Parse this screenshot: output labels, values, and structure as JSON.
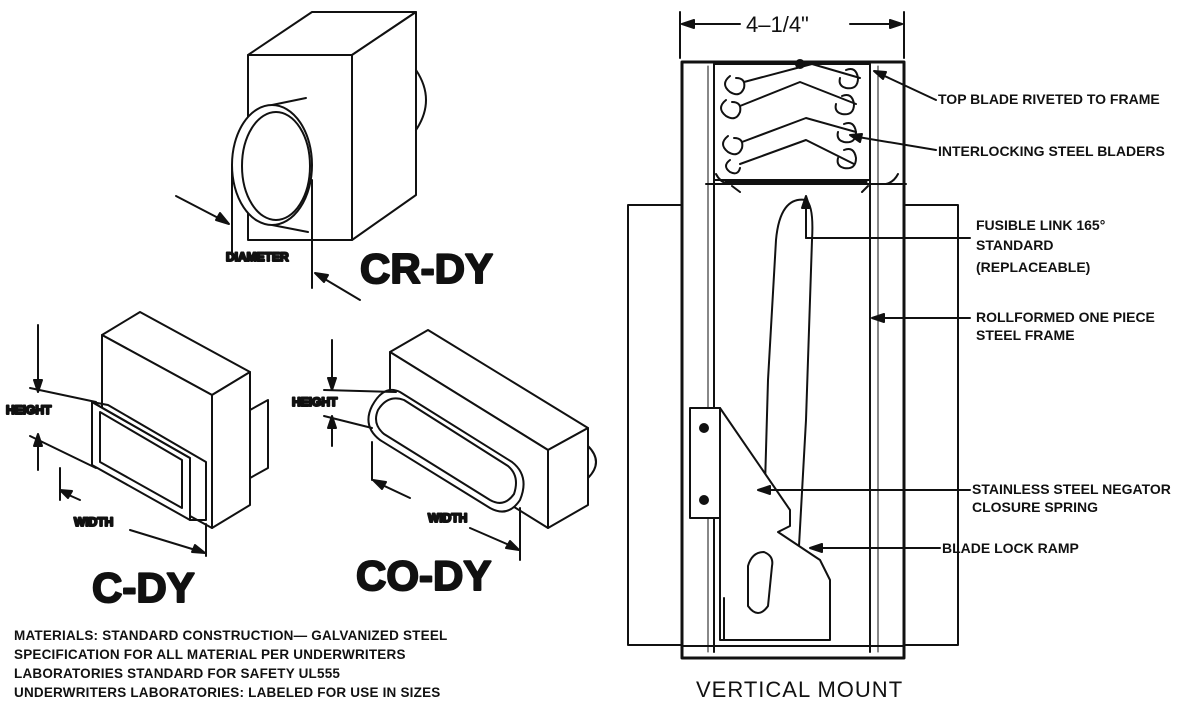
{
  "models": {
    "cr_dy": "CR-DY",
    "c_dy": "C-DY",
    "co_dy": "CO-DY"
  },
  "labels": {
    "diameter": "DIAMETER",
    "height_left": "HEIGHT",
    "width_left": "WIDTH",
    "height_right": "HEIGHT",
    "width_right": "WIDTH"
  },
  "materials": [
    "MATERIALS: STANDARD CONSTRUCTION— GALVANIZED STEEL",
    "SPECIFICATION FOR ALL MATERIAL PER UNDERWRITERS",
    "LABORATORIES STANDARD FOR SAFETY UL555",
    "UNDERWRITERS LABORATORIES: LABELED FOR USE IN SIZES"
  ],
  "section": {
    "dimension": "4–1/4\"",
    "view_label": "VERTICAL MOUNT",
    "callouts": {
      "top_blade": "TOP BLADE RIVETED TO FRAME",
      "interlocking": "INTERLOCKING STEEL BLADERS",
      "fusible_1": "FUSIBLE LINK 165°",
      "fusible_2": "STANDARD",
      "fusible_3": "(REPLACEABLE)",
      "frame_1": "ROLLFORMED ONE PIECE",
      "frame_2": "STEEL FRAME",
      "spring_1": "STAINLESS STEEL NEGATOR",
      "spring_2": "CLOSURE SPRING",
      "ramp": "BLADE LOCK RAMP"
    }
  }
}
